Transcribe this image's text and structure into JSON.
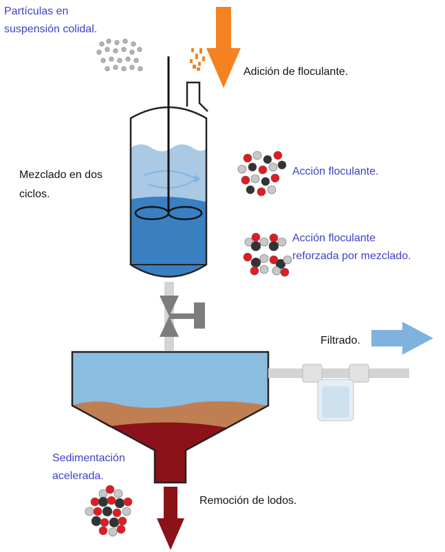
{
  "labels": {
    "particles_line1": "Partículas en",
    "particles_line2": "suspensión colidal.",
    "flocculant_addition": "Adición de floculante.",
    "mixing_line1": "Mezclado en dos",
    "mixing_line2": "ciclos.",
    "flocculant_action": "Acción floculante.",
    "reinforced_line1": "Acción floculante",
    "reinforced_line2": "reforzada por mezclado.",
    "filtrate": "Filtrado.",
    "sedimentation_line1": "Sedimentación",
    "sedimentation_line2": "acelerada.",
    "sludge_removal": "Remoción de lodos."
  },
  "colors": {
    "annotation_text": "#3f3fc8",
    "plain_text": "#111111",
    "addition_arrow": "#f58220",
    "water_light": "#a9c9e4",
    "water_dark": "#3a7fc0",
    "sediment_brown": "#c07f52",
    "sludge_red": "#8b1218",
    "filtrate_arrow": "#7fb3de",
    "pipe_gray": "#d4d4d4"
  }
}
